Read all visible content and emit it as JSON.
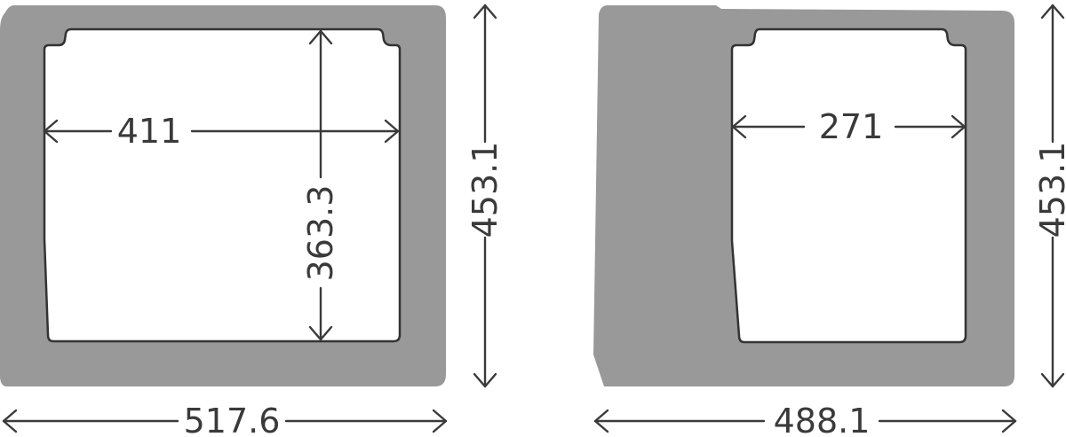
{
  "colors": {
    "shell": "#999999",
    "cavity_fill": "#ffffff",
    "cavity_outline": "#333333",
    "dimension_lines": "#3a3a3a"
  },
  "front_view": {
    "inner_width": "411",
    "inner_height": "363.3",
    "outer_height": "453.1",
    "outer_width": "517.6"
  },
  "side_view": {
    "inner_width": "271",
    "outer_height": "453.1",
    "outer_width": "488.1"
  }
}
